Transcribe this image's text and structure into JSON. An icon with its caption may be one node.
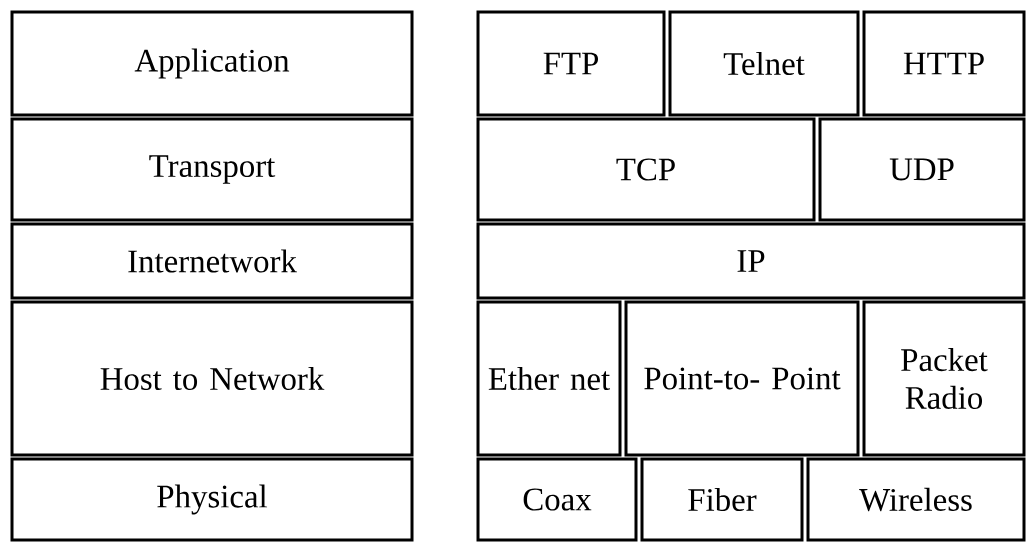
{
  "diagram": {
    "nodes": [
      {
        "text": [
          "Application"
        ]
      },
      {
        "text": [
          "Transport"
        ]
      },
      {
        "text": [
          "Internetwork"
        ]
      },
      {
        "text": [
          "Host to Network"
        ]
      },
      {
        "text": [
          "Physical"
        ]
      },
      {
        "text": [
          "FTP"
        ]
      },
      {
        "text": [
          "Telnet"
        ]
      },
      {
        "text": [
          "HTTP"
        ]
      },
      {
        "text": [
          "TCP"
        ]
      },
      {
        "text": [
          "UDP"
        ]
      },
      {
        "text": [
          "IP"
        ]
      },
      {
        "text": [
          "Ether net"
        ]
      },
      {
        "text": [
          "Point-to- Point"
        ]
      },
      {
        "text": [
          "Packet Radio"
        ]
      },
      {
        "text": [
          "Coax"
        ]
      },
      {
        "text": [
          "Fiber"
        ]
      },
      {
        "text": [
          "Wireless"
        ]
      }
    ]
  }
}
